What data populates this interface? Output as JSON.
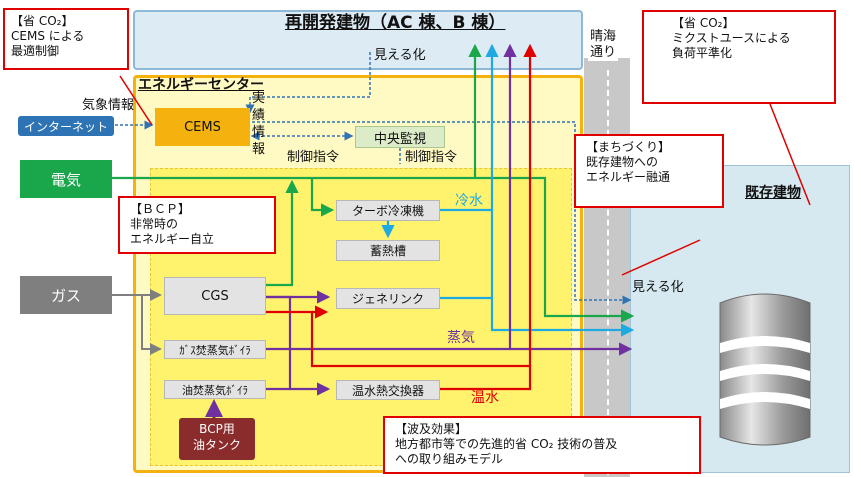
{
  "redev_building": "再開発建物（AC 棟、B 棟）",
  "visualization_top": "見える化",
  "visualization_right": "見える化",
  "energy_center": "エネルギーセンター",
  "weather_info": "気象情報",
  "internet": "インターネット",
  "cems": "CEMS",
  "record_info": [
    "実",
    "績",
    "情",
    "報"
  ],
  "central_monitor": "中央監視",
  "control_cmd_1": "制御指令",
  "control_cmd_2": "制御指令",
  "electricity": "電気",
  "gas": "ガス",
  "turbo_chiller": "ターボ冷凍機",
  "thermal_storage": "蓄熱槽",
  "cgs": "CGS",
  "genelink": "ジェネリンク",
  "gas_boiler": "ｶﾞｽ焚蒸気ﾎﾞｲﾗ",
  "oil_boiler": "油焚蒸気ﾎﾞｲﾗ",
  "bcp_tank": [
    "BCP用",
    "油タンク"
  ],
  "hot_water_exchanger": "温水熱交換器",
  "chilled_water": "冷水",
  "steam": "蒸気",
  "hot_water": "温水",
  "road": [
    "晴海",
    "通り"
  ],
  "existing_building": "既存建物",
  "callout_cems": [
    "【省 CO₂】",
    "CEMS による",
    "最適制御"
  ],
  "callout_mixed": [
    "【省 CO₂】",
    "ミクストユースによる",
    "負荷平準化"
  ],
  "callout_bcp": [
    "【ＢＣＰ】",
    "非常時の",
    "エネルギー自立"
  ],
  "callout_town": [
    "【まちづくり】",
    "既存建物への",
    "エネルギー融通"
  ],
  "callout_ripple": [
    "【波及効果】",
    "地方都市等での先進的省 CO₂ 技術の普及",
    "への取り組みモデル"
  ],
  "colors": {
    "electric_green": "#1aa64b",
    "chilled_cyan": "#1fa9e1",
    "steam_purple": "#7030a0",
    "hot_red": "#e00000",
    "info_blue": "#2e74b5",
    "gas_gray": "#7f7f7f"
  }
}
